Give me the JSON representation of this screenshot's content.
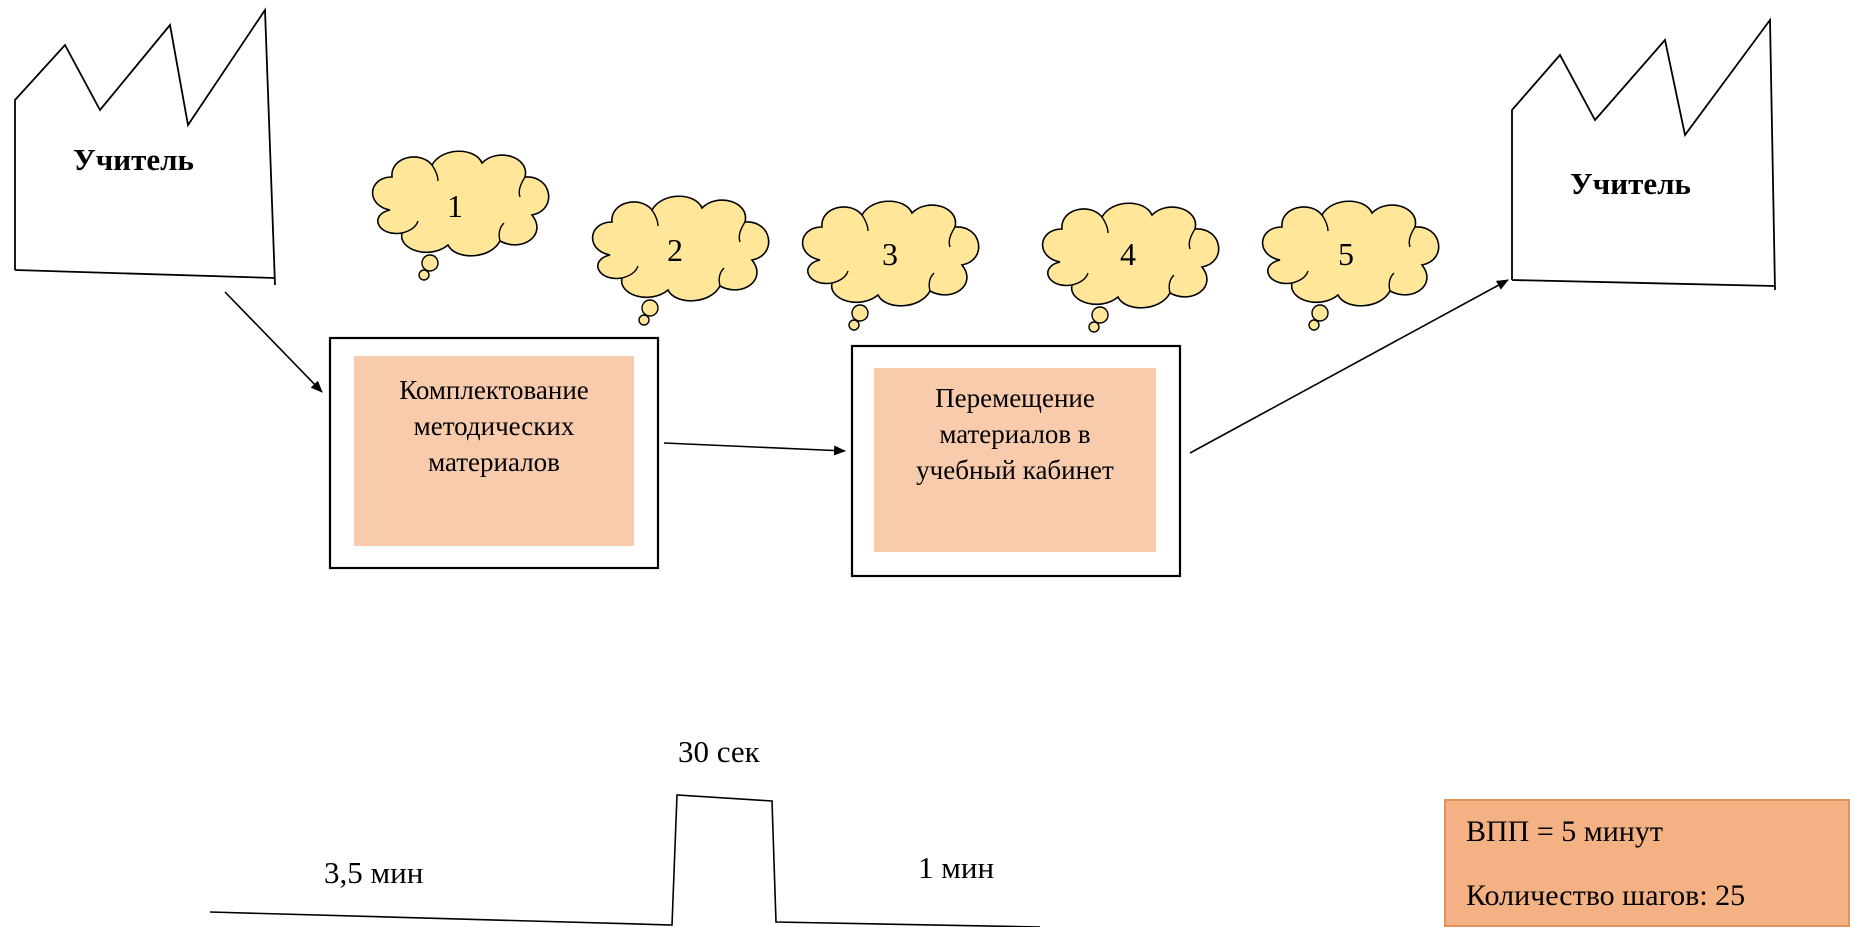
{
  "factories": {
    "left_label": "Учитель",
    "right_label": "Учитель"
  },
  "clouds": [
    "1",
    "2",
    "3",
    "4",
    "5"
  ],
  "processes": [
    {
      "lines": [
        "Комплектование",
        "методических",
        "материалов"
      ]
    },
    {
      "lines": [
        "Перемещение",
        "материалов в",
        "учебный кабинет"
      ]
    }
  ],
  "timeline": {
    "wait_before": "3,5 мин",
    "process_time": "30 сек",
    "wait_after": "1 мин"
  },
  "summary": {
    "line1": "ВПП = 5 минут",
    "line2": "Количество шагов: 25"
  },
  "colors": {
    "cloud_fill": "#ffe699",
    "process_fill": "#f8cbad",
    "summary_fill": "#f4b183"
  }
}
